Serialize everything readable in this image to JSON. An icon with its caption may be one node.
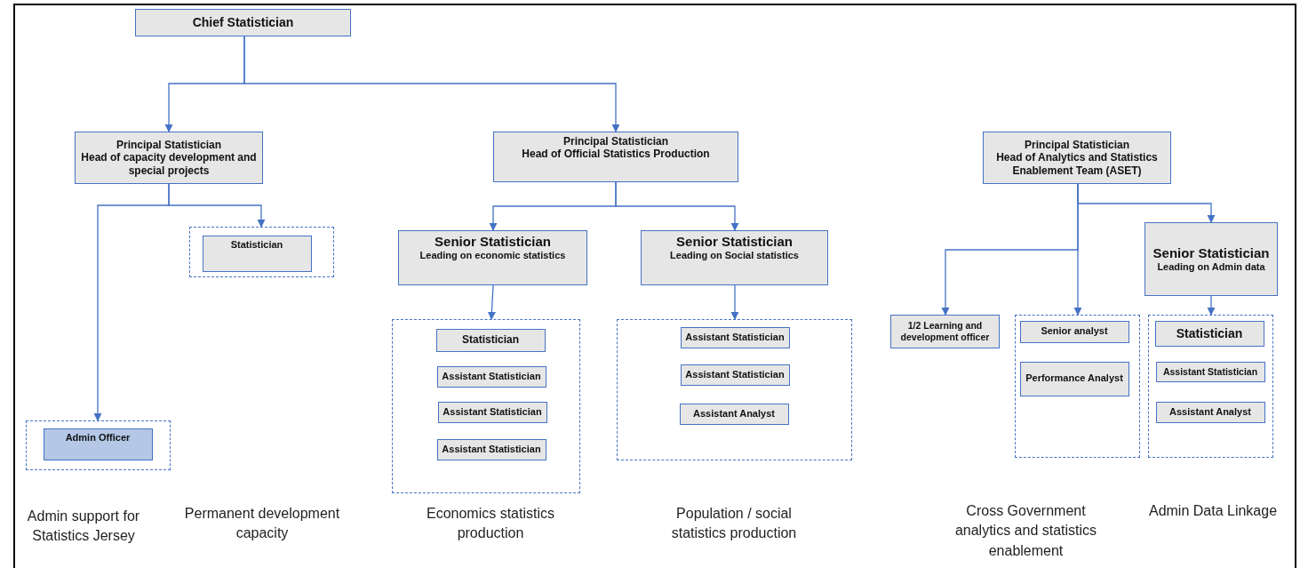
{
  "diagram": {
    "nodes": [
      {
        "text": [
          "Chief Statistician"
        ]
      },
      {
        "text": [
          "Principal Statistician",
          "Head of capacity development and special projects"
        ]
      },
      {
        "text": [
          "Principal Statistician",
          "Head of Official Statistics Production"
        ]
      },
      {
        "text": [
          "Principal Statistician",
          "Head of Analytics and Statistics Enablement Team (ASET)"
        ]
      },
      {
        "text": [],
        "shape": "box"
      },
      {
        "text": [
          "Statistician"
        ],
        "in": 4
      },
      {
        "text": [
          "Senior Statistician",
          "Leading on economic statistics"
        ]
      },
      {
        "text": [
          "Senior Statistician",
          "Leading on Social statistics"
        ]
      },
      {
        "text": [
          "Senior Statistician",
          "Leading on Admin data"
        ]
      },
      {
        "text": [],
        "shape": "box"
      },
      {
        "text": [
          "Statistician"
        ],
        "in": 9
      },
      {
        "text": [
          "Assistant Statistician"
        ],
        "in": 9
      },
      {
        "text": [
          "Assistant Statistician"
        ],
        "in": 9
      },
      {
        "text": [
          "Assistant Statistician"
        ],
        "in": 9
      },
      {
        "text": [],
        "shape": "box"
      },
      {
        "text": [
          "Assistant Statistician"
        ],
        "in": 14
      },
      {
        "text": [
          "Assistant Statistician"
        ],
        "in": 14
      },
      {
        "text": [
          "Assistant Analyst"
        ],
        "in": 14
      },
      {
        "text": [
          "1/2 Learning and development officer"
        ]
      },
      {
        "text": [],
        "shape": "box"
      },
      {
        "text": [
          "Senior analyst"
        ],
        "in": 19
      },
      {
        "text": [
          "Performance Analyst"
        ],
        "in": 19
      },
      {
        "text": [],
        "shape": "box"
      },
      {
        "text": [
          "Statistician"
        ],
        "in": 22
      },
      {
        "text": [
          "Assistant Statistician"
        ],
        "in": 22
      },
      {
        "text": [
          "Assistant Analyst"
        ],
        "in": 22
      },
      {
        "text": [],
        "shape": "box"
      },
      {
        "text": [
          "Admin Officer"
        ],
        "in": 26
      }
    ],
    "edges": [
      {
        "from": 0,
        "to": 1,
        "arrow": "to"
      },
      {
        "from": 0,
        "to": 2,
        "arrow": "to"
      },
      {
        "from": 1,
        "to": 26,
        "arrow": "to"
      },
      {
        "from": 1,
        "to": 4,
        "arrow": "to"
      },
      {
        "from": 2,
        "to": 6,
        "arrow": "to"
      },
      {
        "from": 2,
        "to": 7,
        "arrow": "to"
      },
      {
        "from": 3,
        "to": 18,
        "arrow": "to"
      },
      {
        "from": 3,
        "to": 19,
        "arrow": "to"
      },
      {
        "from": 3,
        "to": 8,
        "arrow": "to"
      },
      {
        "from": 6,
        "to": 9,
        "arrow": "to"
      },
      {
        "from": 7,
        "to": 14,
        "arrow": "to"
      },
      {
        "from": 8,
        "to": 22,
        "arrow": "to"
      }
    ],
    "labels": [
      "Admin support for Statistics Jersey",
      "Permanent development capacity",
      "Economics statistics production",
      "Population / social statistics production",
      "Cross Government analytics and statistics enablement",
      "Admin Data Linkage"
    ]
  }
}
